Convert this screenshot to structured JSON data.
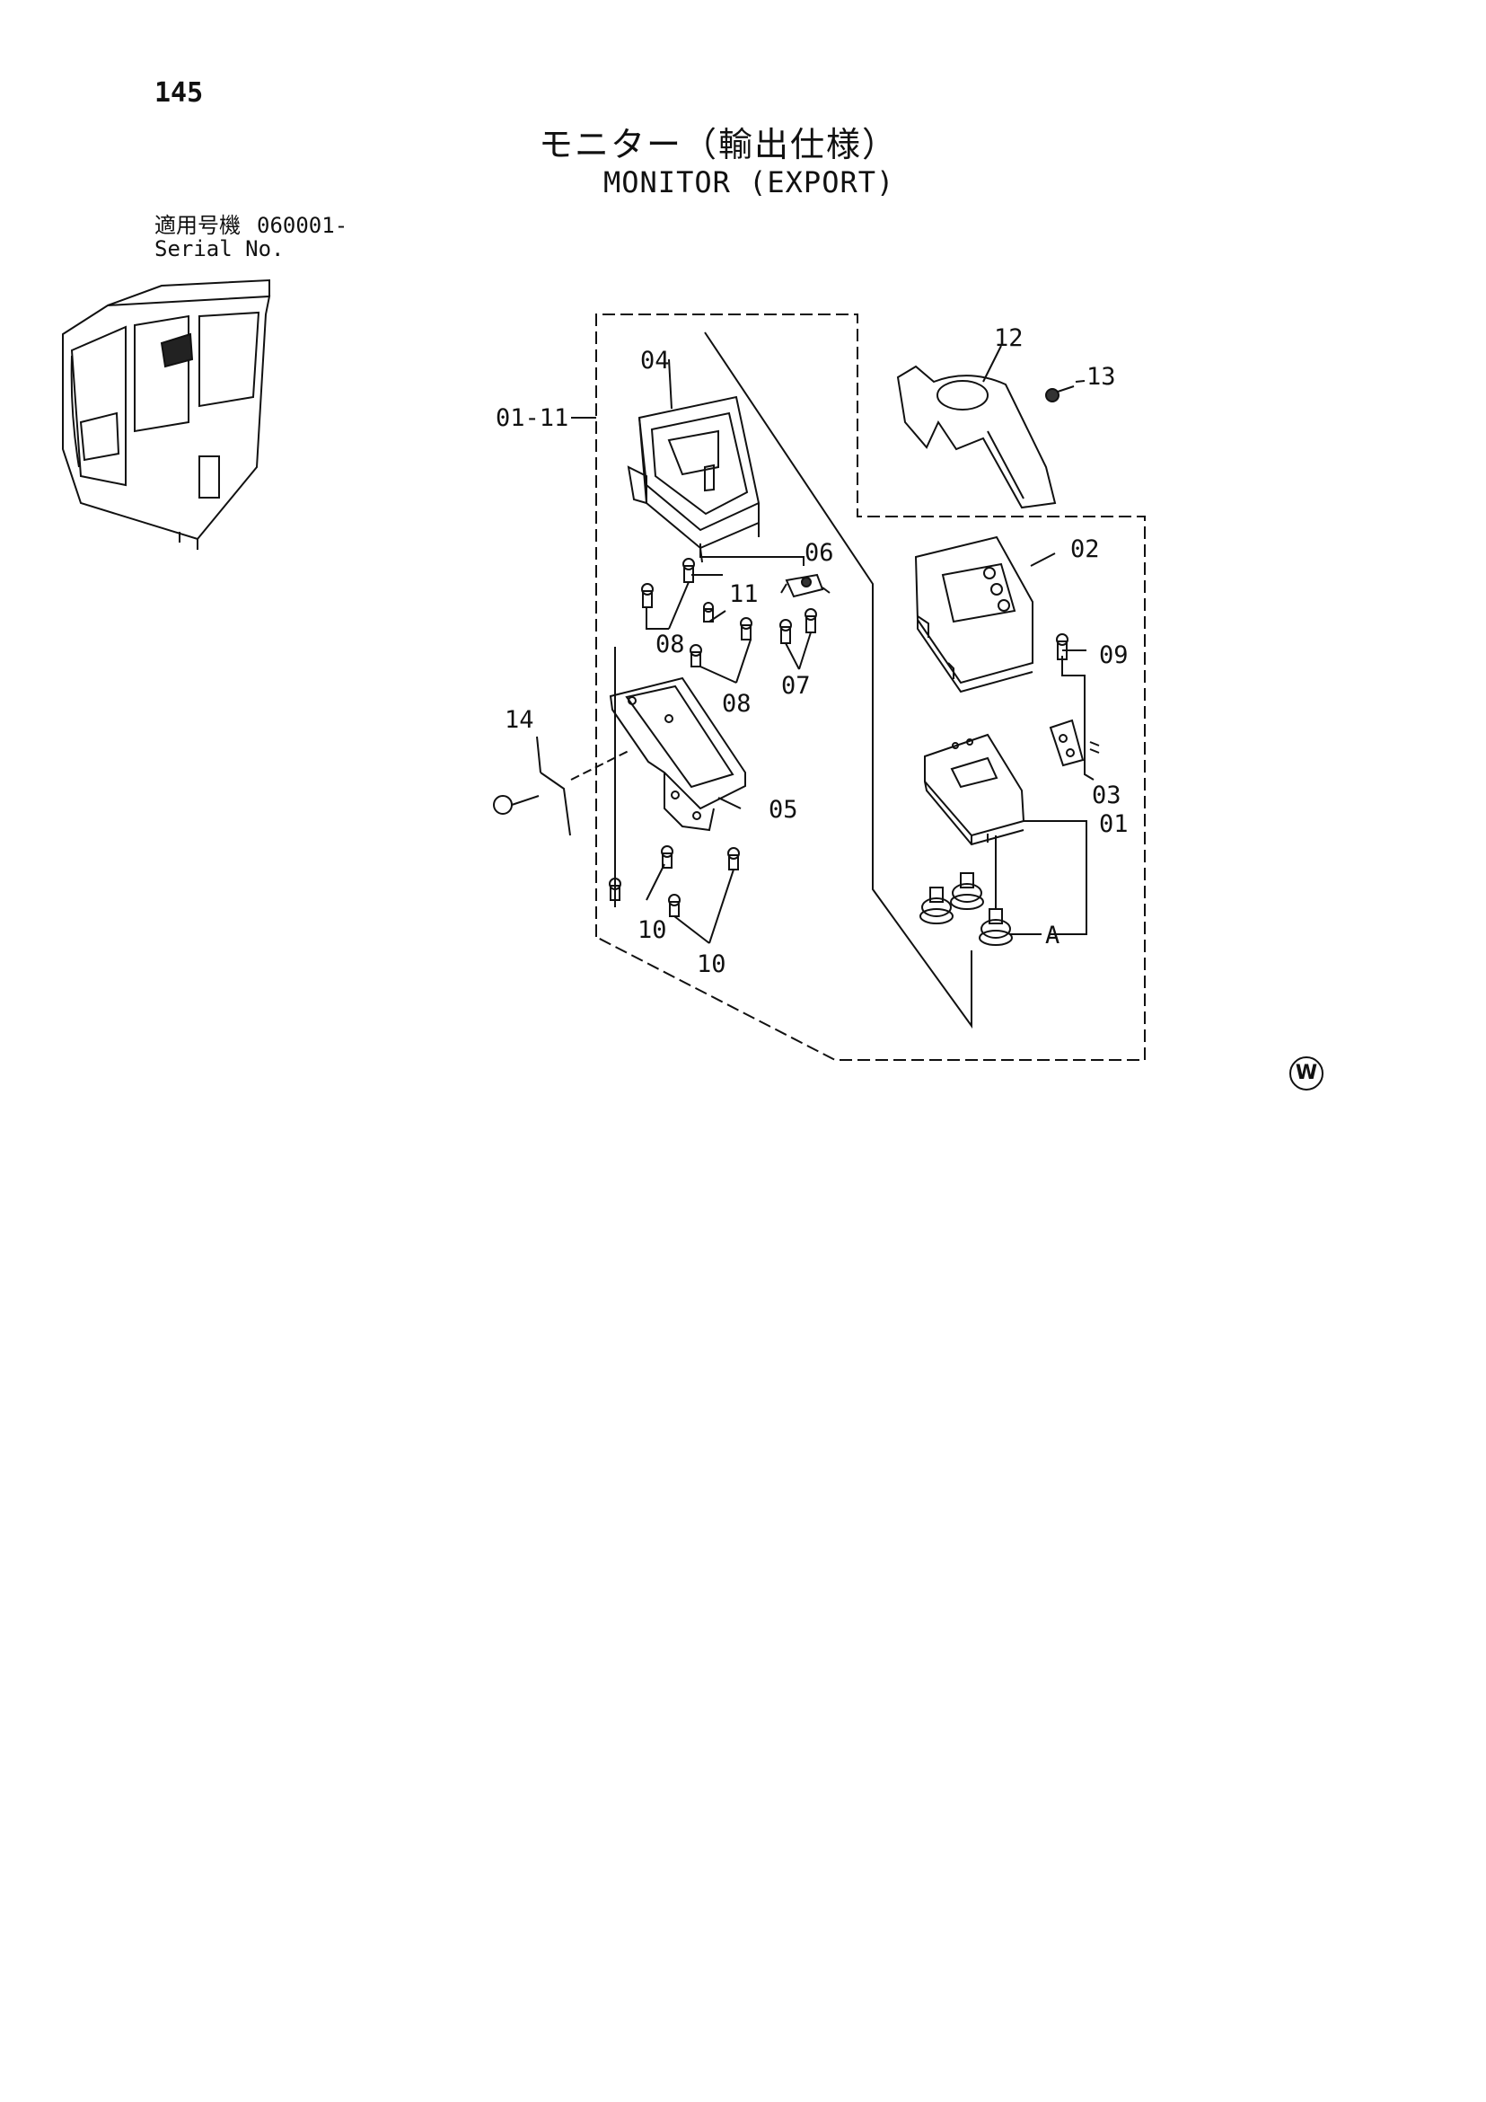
{
  "page_number": "145",
  "title_jp": "モニター（輸出仕様）",
  "title_en": "MONITOR (EXPORT)",
  "serial": {
    "label_jp": "適用号機",
    "value": "060001-",
    "label_en": "Serial No."
  },
  "callouts": {
    "c01_11": "01-11",
    "c04": "04",
    "c12": "12",
    "c13": "13",
    "c02": "02",
    "c06": "06",
    "c11": "11",
    "c08a": "08",
    "c08b": "08",
    "c07": "07",
    "c09": "09",
    "c14": "14",
    "c05": "05",
    "c03": "03",
    "c01": "01",
    "c10a": "10",
    "c10b": "10",
    "cA": "A"
  },
  "corner_mark": "W"
}
